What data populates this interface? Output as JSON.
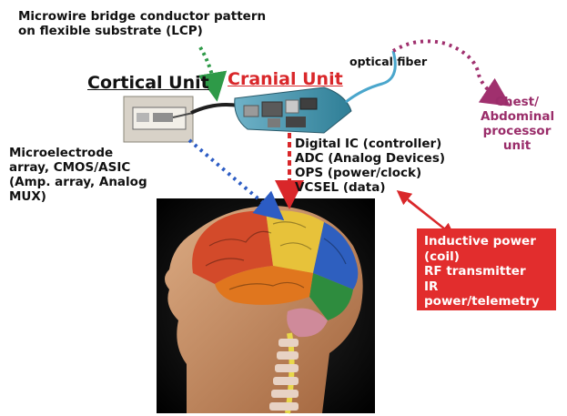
{
  "labels": {
    "substrate": [
      "Microwire bridge conductor pattern",
      "on flexible substrate (LCP)"
    ],
    "cortical_unit": "Cortical Unit",
    "cranial_unit": "Cranial Unit",
    "optical_fiber": "optical fiber",
    "chest": [
      "Chest/",
      "Abdominal",
      "processor",
      "unit"
    ],
    "microelectrode": [
      "Microelectrode",
      "array, CMOS/ASIC",
      "(Amp. array, Analog",
      "MUX)"
    ],
    "cranial_components": [
      "Digital IC (controller)",
      "ADC (Analog Devices)",
      "OPS (power/clock)",
      "VCSEL (data)"
    ],
    "inductive": [
      "Inductive power",
      "(coil)",
      "RF transmitter",
      "IR",
      "power/telemetry"
    ]
  },
  "colors": {
    "green_dotted": "#2e9a48",
    "blue_dotted": "#2c5cc4",
    "purple_dotted": "#a0306e",
    "red": "#d9272a",
    "cranial_title": "#d9272a",
    "chest_text": "#9a2d6a"
  },
  "icons": {
    "brain": "brain-illustration",
    "cortical_chip": "cortical-implant-chip",
    "cranial_module": "cranial-implant-module"
  }
}
